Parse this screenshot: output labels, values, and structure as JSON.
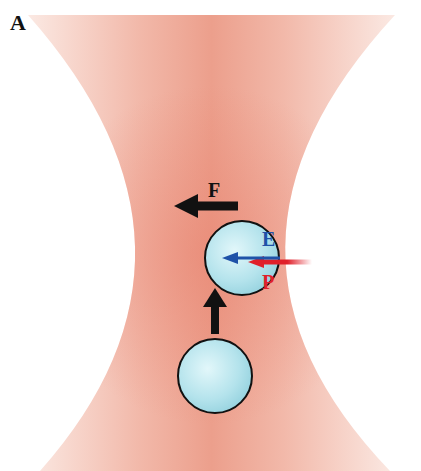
{
  "diagram": {
    "labels": [
      "A",
      "F",
      "E",
      "P"
    ]
  }
}
